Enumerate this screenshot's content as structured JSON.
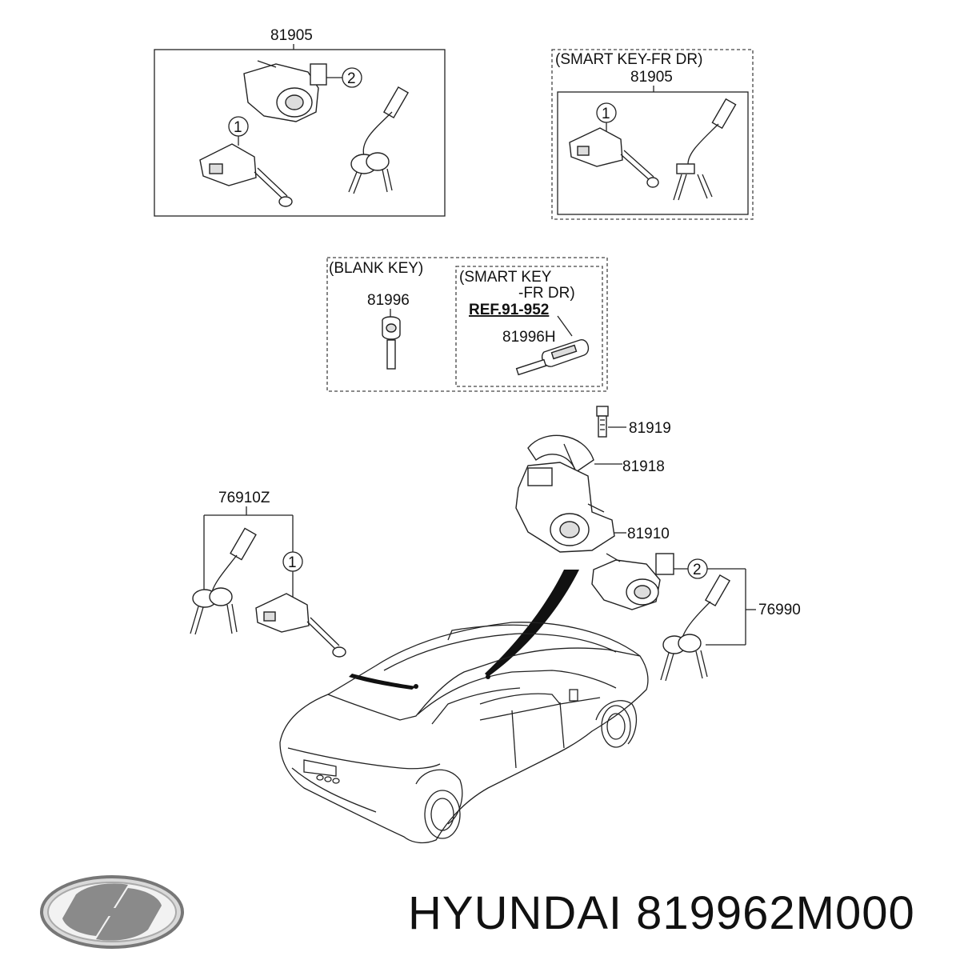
{
  "callouts": {
    "top_left_part": "81905",
    "smart_key_fr_dr_title": "(SMART KEY-FR DR)",
    "smart_key_fr_dr_part": "81905",
    "blank_key_title": "(BLANK KEY)",
    "blank_key_part": "81996",
    "smart_key_line1": "(SMART KEY",
    "smart_key_line2": "-FR DR)",
    "smart_key_ref": "REF.91-952",
    "smart_key_part": "81996H",
    "bolt_part": "81919",
    "shroud_part": "81918",
    "ignition_part": "81910",
    "left_set_part": "76910Z",
    "right_set_part": "76990",
    "circle_1": "1",
    "circle_2": "2"
  },
  "brand": {
    "text": "HYUNDAI 819962M000",
    "logo": "hyundai-logo"
  }
}
